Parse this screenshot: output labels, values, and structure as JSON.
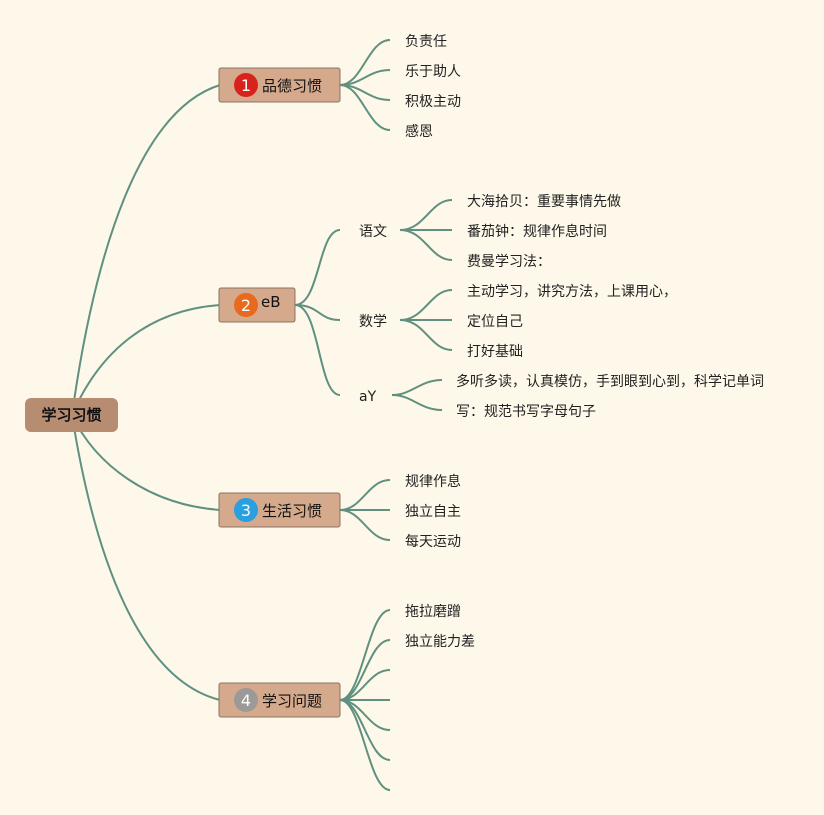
{
  "colors": {
    "background": "#fdf8e9",
    "connector": "#5f9080",
    "topic_fill": "#d4a98c",
    "root_fill": "#b78d72"
  },
  "root": {
    "label": "学习习惯"
  },
  "topics": [
    {
      "number": "1",
      "badge_color": "#d8231c",
      "label": "品德习惯",
      "children": [
        "负责任",
        "乐于助人",
        "积极主动",
        "感恩"
      ]
    },
    {
      "number": "2",
      "badge_color": "#e86a1e",
      "label": "eB",
      "subtopics": [
        {
          "label": "语文",
          "children": [
            "大海拾贝：重要事情先做",
            "番茄钟：规律作息时间",
            "费曼学习法："
          ]
        },
        {
          "label": "数学",
          "children": [
            "主动学习，讲究方法，上课用心，",
            "定位自己",
            "打好基础"
          ]
        },
        {
          "label": "aY",
          "children": [
            "多听多读，认真模仿，手到眼到心到，科学记单词",
            "写：规范书写字母句子"
          ]
        }
      ]
    },
    {
      "number": "3",
      "badge_color": "#2aa0e0",
      "label": "生活习惯",
      "children": [
        "规律作息",
        "独立自主",
        "每天运动"
      ]
    },
    {
      "number": "4",
      "badge_color": "#9c9a98",
      "label": "学习问题",
      "children": [
        "拖拉磨蹭",
        "独立能力差",
        "",
        "",
        "",
        "",
        ""
      ]
    }
  ]
}
